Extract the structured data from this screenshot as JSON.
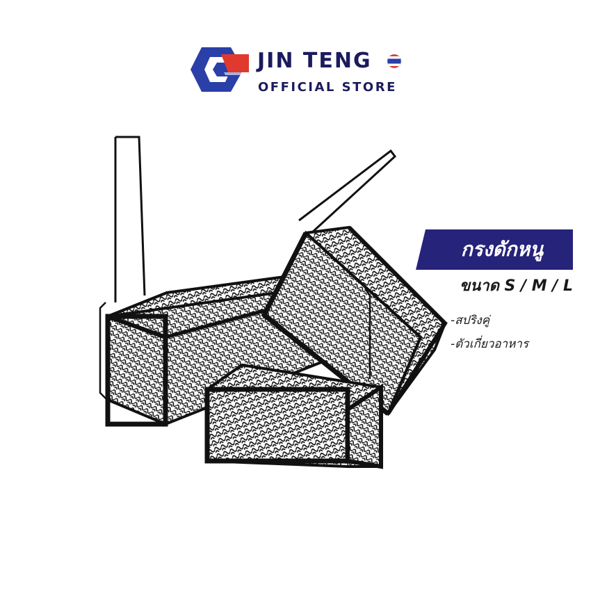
{
  "brand": {
    "name": "JIN TENG",
    "subtitle": "OFFICIAL STORE",
    "logo_icon": "hexagon-c-logo-icon",
    "flag_icon": "thailand-flag-icon",
    "colors": {
      "navy": "#1c1b5e",
      "blue": "#2a3fa8",
      "red": "#e03a2f"
    }
  },
  "product": {
    "title": "กรงดักหนู",
    "sizes": "ขนาด S / M / L",
    "features": [
      "-สปริงคู่",
      "-ตัวเกี่ยวอาหาร"
    ],
    "image_icon": "wire-mesh-traps-image",
    "colors": {
      "banner": "#26237a",
      "text": "#1a1a1a"
    }
  }
}
